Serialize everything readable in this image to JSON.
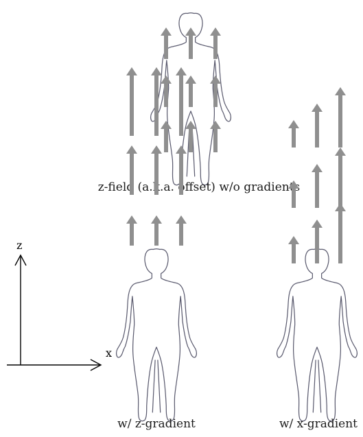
{
  "captions": {
    "top": "z-field (a.k.a. offset) w/o gradients",
    "bottom_left": "w/ z-gradient",
    "bottom_right": "w/ x-gradient"
  },
  "axes": {
    "vertical_label": "z",
    "horizontal_label": "x"
  },
  "colors": {
    "arrow": "#8f8f8f",
    "outline": "#5a5a6e",
    "axis": "#000000"
  },
  "panels": [
    {
      "name": "no-gradient",
      "arrow_rows": [
        [
          1,
          1,
          1
        ],
        [
          1,
          1,
          1
        ],
        [
          1,
          1,
          1
        ]
      ]
    },
    {
      "name": "z-gradient",
      "arrow_rows": [
        [
          3,
          3,
          3
        ],
        [
          2,
          2,
          2
        ],
        [
          1,
          1,
          1
        ]
      ]
    },
    {
      "name": "x-gradient",
      "arrow_rows": [
        [
          1,
          2,
          3
        ],
        [
          1,
          2,
          3
        ],
        [
          1,
          2,
          3
        ]
      ]
    }
  ]
}
